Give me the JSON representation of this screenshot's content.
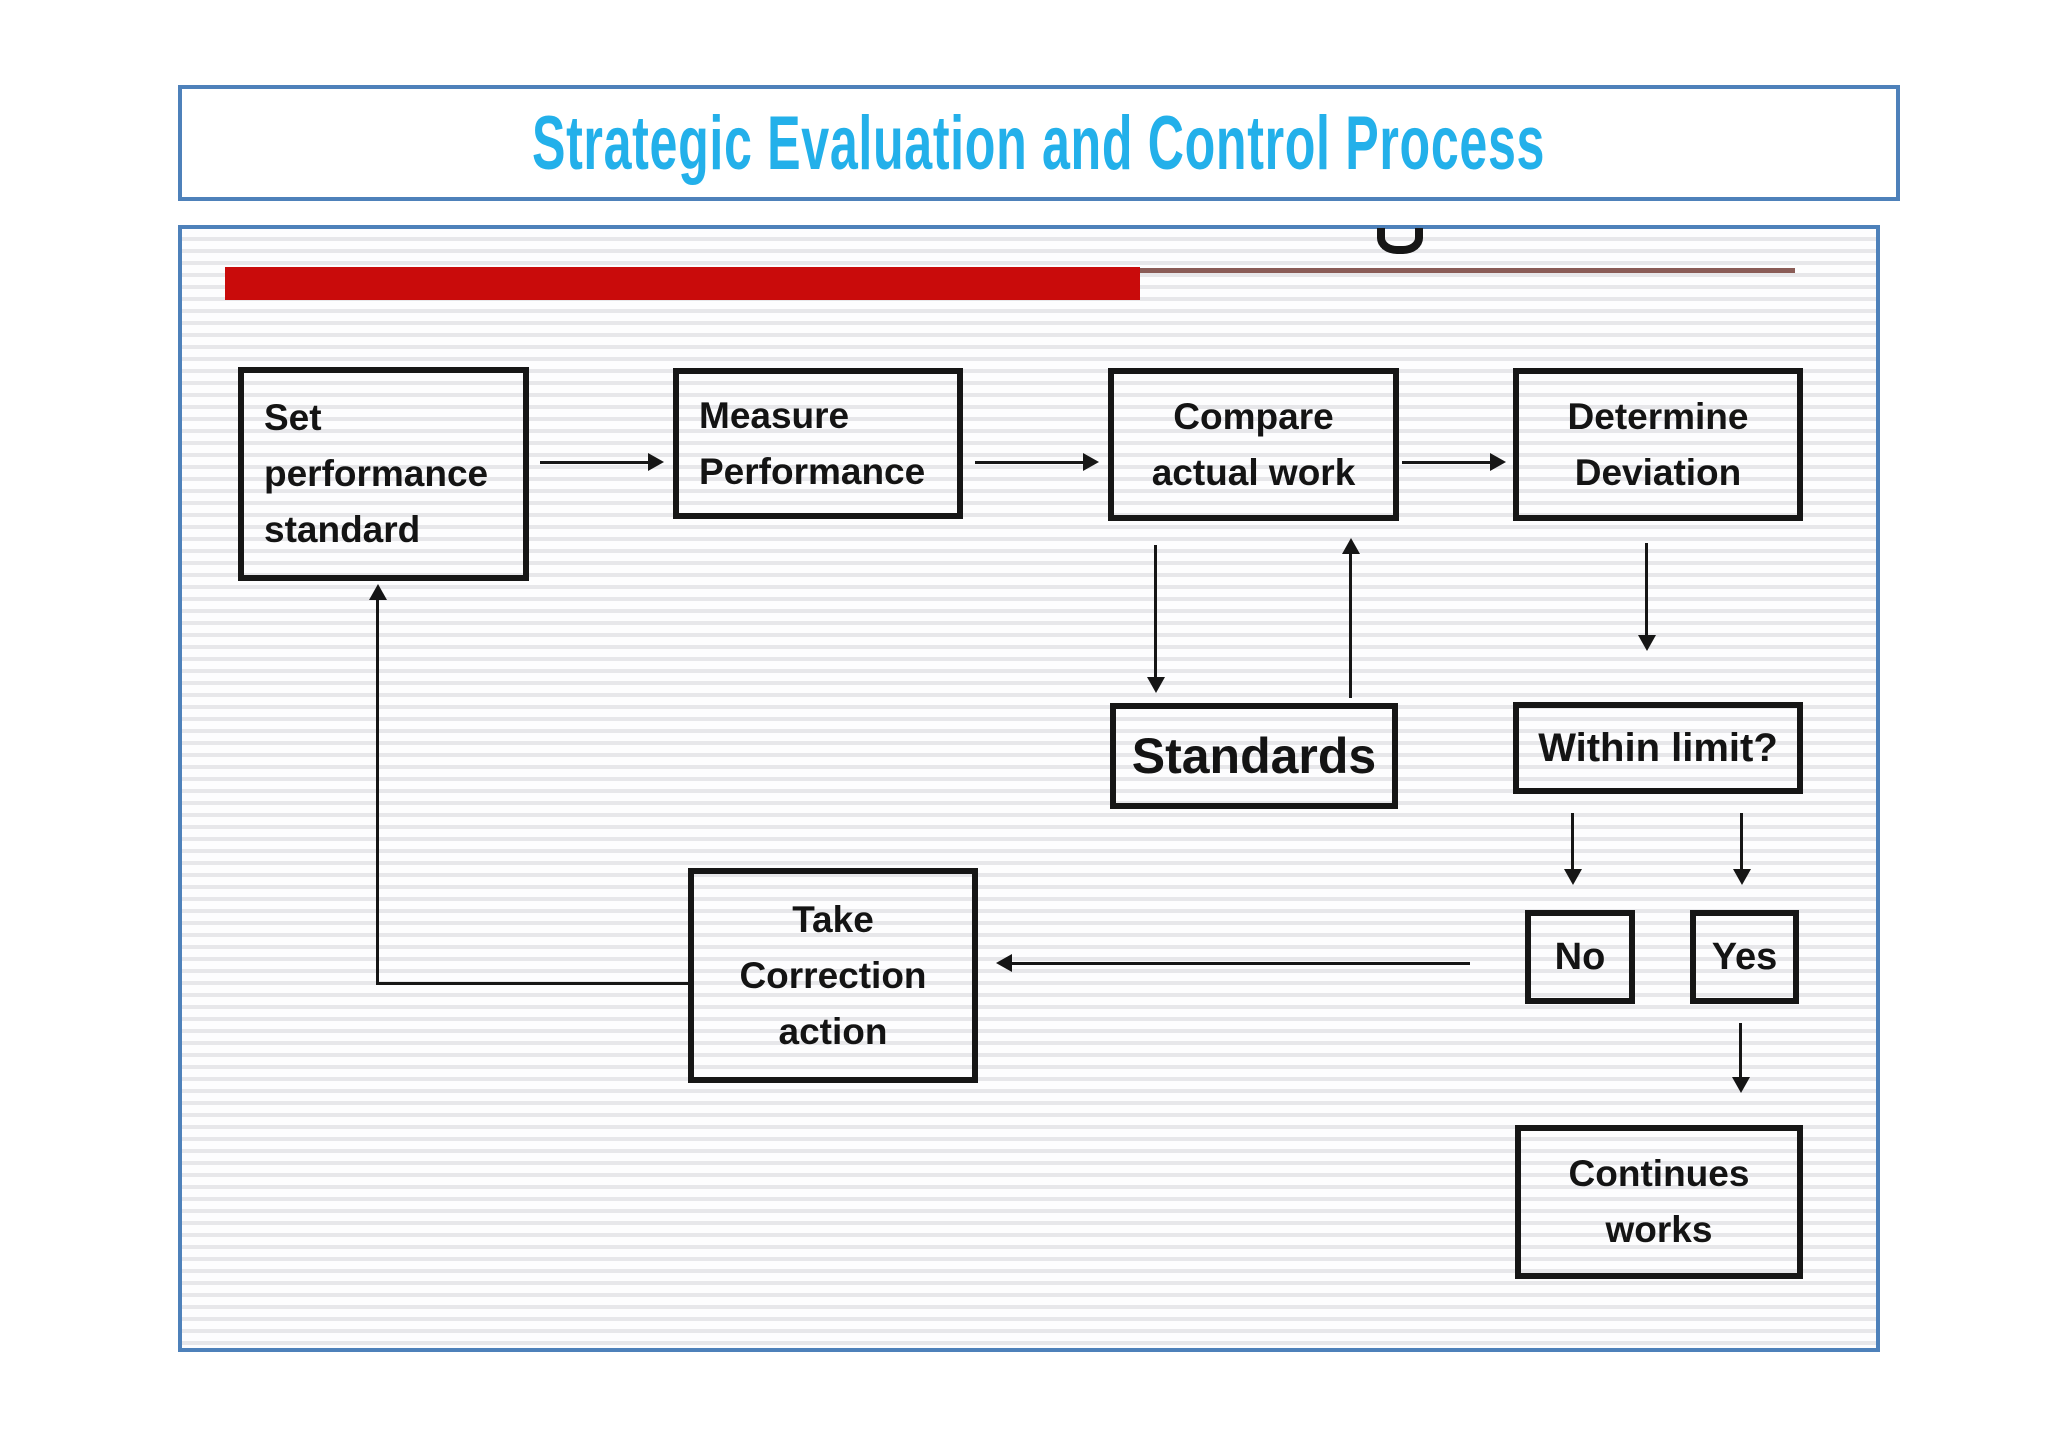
{
  "title": {
    "text": "Strategic Evaluation and Control Process"
  },
  "decor": {
    "partial_letter": "g",
    "red_bar": "accent underline bar",
    "thin_rule": "thin brown rule continuing the bar"
  },
  "flowchart": {
    "nodes": [
      {
        "id": "set-performance-standard",
        "lines": [
          "Set",
          "performance",
          "standard"
        ]
      },
      {
        "id": "measure-performance",
        "lines": [
          "Measure",
          "Performance"
        ]
      },
      {
        "id": "compare-actual-work",
        "lines": [
          "Compare",
          "actual work"
        ]
      },
      {
        "id": "determine-deviation",
        "lines": [
          "Determine",
          "Deviation"
        ]
      },
      {
        "id": "standards",
        "lines": [
          "Standards"
        ]
      },
      {
        "id": "within-limit",
        "lines": [
          "Within limit?"
        ]
      },
      {
        "id": "no",
        "lines": [
          "No"
        ]
      },
      {
        "id": "yes",
        "lines": [
          "Yes"
        ]
      },
      {
        "id": "take-correction-action",
        "lines": [
          "Take",
          "Correction",
          "action"
        ]
      },
      {
        "id": "continues-works",
        "lines": [
          "Continues",
          "works"
        ]
      }
    ],
    "edges": [
      {
        "from": "set-performance-standard",
        "to": "measure-performance"
      },
      {
        "from": "measure-performance",
        "to": "compare-actual-work"
      },
      {
        "from": "compare-actual-work",
        "to": "determine-deviation"
      },
      {
        "from": "compare-actual-work",
        "to": "standards"
      },
      {
        "from": "standards",
        "to": "compare-actual-work"
      },
      {
        "from": "determine-deviation",
        "to": "within-limit"
      },
      {
        "from": "within-limit",
        "to": "no"
      },
      {
        "from": "within-limit",
        "to": "yes"
      },
      {
        "from": "yes",
        "to": "continues-works"
      },
      {
        "from": "no",
        "to": "take-correction-action"
      },
      {
        "from": "take-correction-action",
        "to": "set-performance-standard"
      }
    ]
  },
  "colors": {
    "frame_blue": "#4e81ba",
    "title_cyan": "#23b0ea",
    "bar_red": "#c90b0b",
    "rule_brown": "#8a5c57",
    "ink": "#161616",
    "stripe_gray": "#e7e7ea"
  }
}
